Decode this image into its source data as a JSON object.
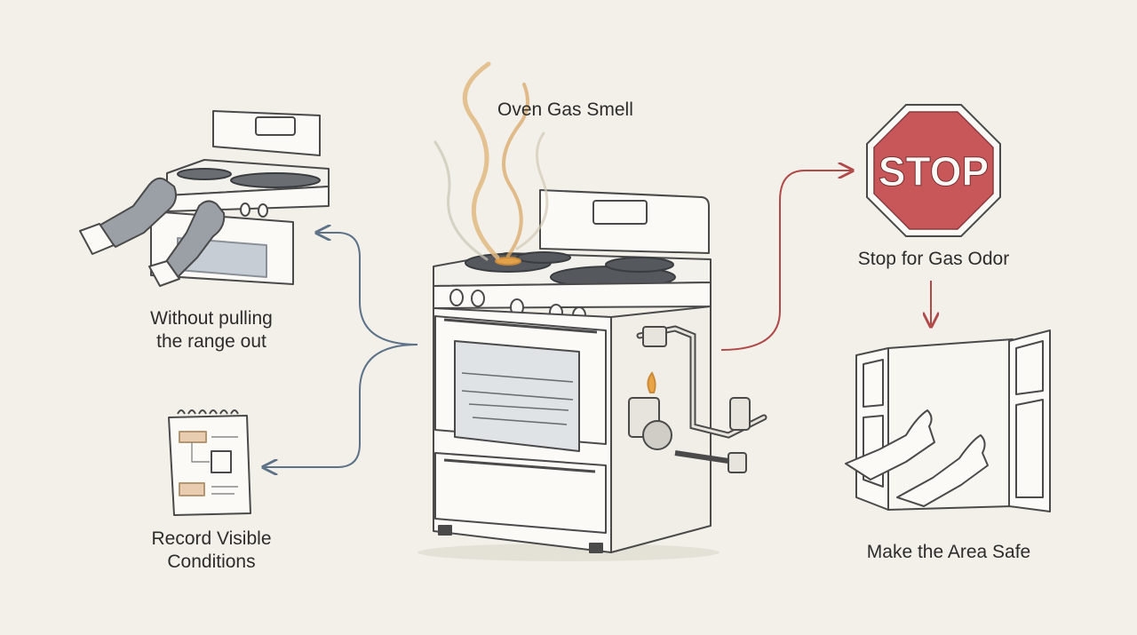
{
  "labels": {
    "oven_gas_smell": "Oven Gas Smell",
    "without_pulling": [
      "Without pulling",
      "the range out"
    ],
    "record_visible": [
      "Record Visible",
      "Conditions"
    ],
    "stop_for_gas": "Stop for Gas Odor",
    "make_area_safe": "Make the Area Safe",
    "stop_sign_text": "STOP"
  },
  "colors": {
    "background": "#f2f0e8",
    "ink": "#4a4a4a",
    "blue_arrow": "#5d7288",
    "red_arrow": "#b04a4a",
    "stop_fill": "#c8575a",
    "gas_wisp": "#e0b980",
    "glove": "#9aa0a6"
  },
  "icons": [
    "range-oven-icon",
    "gas-smell-wisp-icon",
    "gloved-hands-icon",
    "notepad-icon",
    "stop-sign-icon",
    "open-window-icon",
    "gas-valve-icon"
  ]
}
